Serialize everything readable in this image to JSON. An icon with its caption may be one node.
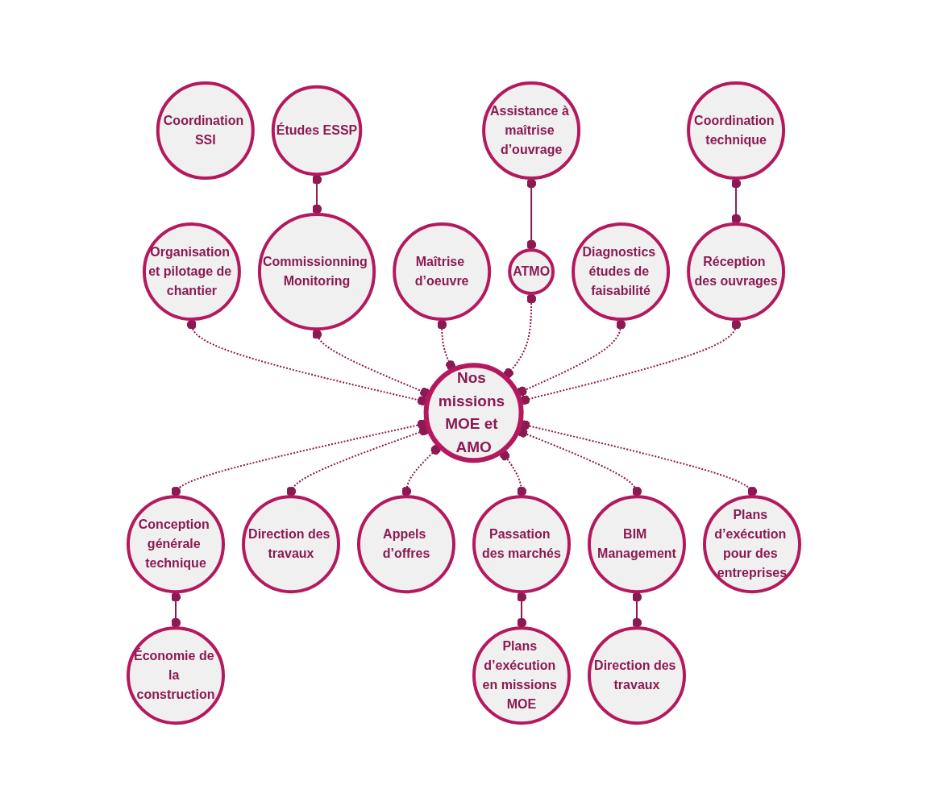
{
  "diagram": {
    "nodes": [
      {
        "text": [
          "Coordination SSI"
        ]
      },
      {
        "text": [
          "Études ESSP"
        ]
      },
      {
        "text": [
          "Maîtrise d’oeuvre"
        ]
      },
      {
        "text": [
          "Assistance à maîtrise d’ouvrage"
        ]
      },
      {
        "text": [
          "Commissionning Monitoring"
        ]
      },
      {
        "text": [
          "ATMO"
        ]
      },
      {
        "text": [
          "Organisation et pilotage de chantier"
        ]
      },
      {
        "text": [
          "Diagnostics études de faisabilité"
        ]
      },
      {
        "text": [
          "Coordination technique"
        ]
      },
      {
        "text": [
          "Réception des ouvrages"
        ]
      },
      {
        "text": [
          "Nos missions MOE et AMO"
        ]
      },
      {
        "text": [
          "Conception générale technique"
        ]
      },
      {
        "text": [
          "Économie de la construction"
        ]
      },
      {
        "text": [
          "Direction des travaux"
        ]
      },
      {
        "text": [
          "Appels d’offres"
        ]
      },
      {
        "text": [
          "BIM Management"
        ]
      },
      {
        "text": [
          "Passation des marchés"
        ]
      },
      {
        "text": [
          "Plans d’exécution pour des entreprises"
        ]
      },
      {
        "text": [
          "Direction des travaux"
        ]
      },
      {
        "text": [
          "Plans d’exécution en missions MOE"
        ]
      }
    ],
    "edges": [
      {
        "from": 6,
        "to": 10,
        "arrow": "other",
        "style": "dashed"
      },
      {
        "from": 4,
        "to": 10,
        "arrow": "other",
        "style": "dashed"
      },
      {
        "from": 2,
        "to": 10,
        "arrow": "other",
        "style": "dashed"
      },
      {
        "from": 5,
        "to": 10,
        "arrow": "other",
        "style": "dashed"
      },
      {
        "from": 7,
        "to": 10,
        "arrow": "other",
        "style": "dashed"
      },
      {
        "from": 9,
        "to": 10,
        "arrow": "other",
        "style": "dashed"
      },
      {
        "from": 10,
        "to": 11,
        "arrow": "other",
        "style": "dashed"
      },
      {
        "from": 10,
        "to": 14,
        "arrow": "other",
        "style": "dashed"
      },
      {
        "from": 10,
        "to": 16,
        "arrow": "other",
        "style": "dashed"
      },
      {
        "from": 10,
        "to": 17,
        "arrow": "other",
        "style": "dashed"
      },
      {
        "from": 10,
        "to": 15,
        "arrow": "other",
        "style": "dashed"
      },
      {
        "from": 10,
        "to": 13,
        "arrow": "other",
        "style": "dashed"
      },
      {
        "from": 1,
        "to": 4,
        "arrow": "other"
      },
      {
        "from": 3,
        "to": 5,
        "arrow": "other"
      },
      {
        "from": 8,
        "to": 9,
        "arrow": "other"
      },
      {
        "from": 11,
        "to": 12,
        "arrow": "other"
      },
      {
        "from": 15,
        "to": 18,
        "arrow": "other"
      },
      {
        "from": 16,
        "to": 19,
        "arrow": "other"
      }
    ]
  }
}
